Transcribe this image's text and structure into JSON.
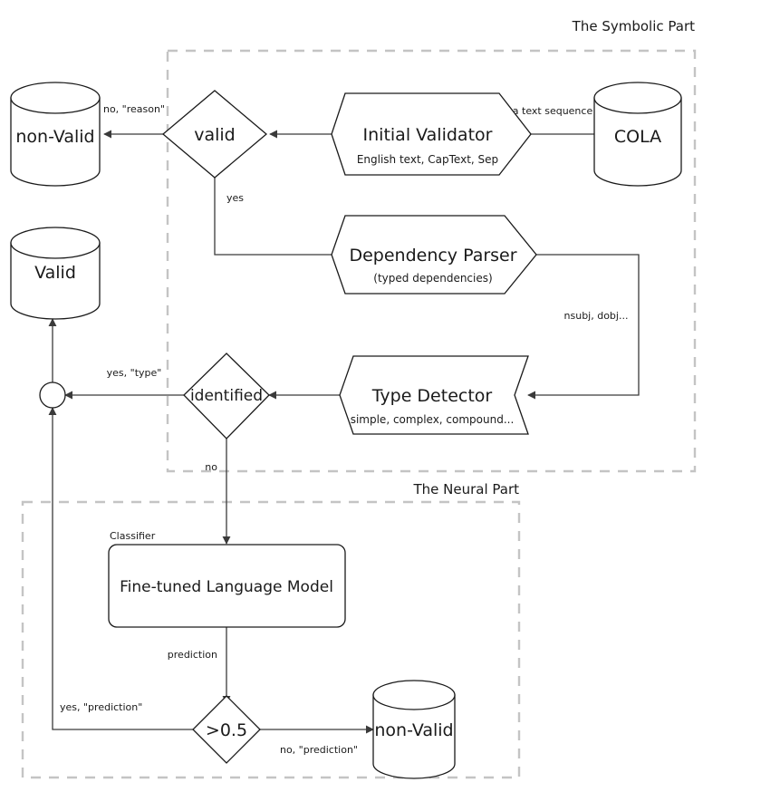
{
  "diagram": {
    "groups": [
      {
        "id": "symbolic",
        "label": "The Symbolic Part"
      },
      {
        "id": "neural",
        "label": "The Neural Part"
      }
    ],
    "nodes": {
      "cola": {
        "label": "COLA",
        "shape": "cylinder"
      },
      "initial_validator": {
        "label": "Initial Validator",
        "sublabel": "English text, CapText, Sep",
        "shape": "chevron"
      },
      "valid_decision": {
        "label": "valid",
        "shape": "diamond"
      },
      "non_valid_top": {
        "label": "non-Valid",
        "shape": "cylinder"
      },
      "dependency_parser": {
        "label": "Dependency Parser",
        "sublabel": "(typed dependencies)",
        "shape": "chevron"
      },
      "type_detector": {
        "label": "Type Detector",
        "sublabel": "simple, complex, compound...",
        "shape": "chevron"
      },
      "identified_decision": {
        "label": "identified",
        "shape": "diamond"
      },
      "merge_node": {
        "label": "",
        "shape": "circle"
      },
      "valid_store": {
        "label": "Valid",
        "shape": "cylinder"
      },
      "classifier_label": {
        "label": "Classifier"
      },
      "language_model": {
        "label": "Fine-tuned Language Model",
        "shape": "rounded-rect"
      },
      "threshold_decision": {
        "label": ">0.5",
        "shape": "diamond"
      },
      "non_valid_bottom": {
        "label": "non-Valid",
        "shape": "cylinder"
      }
    },
    "edge_labels": {
      "text_sequence": "a text sequence",
      "no_reason": "no, \"reason\"",
      "yes_valid": "yes",
      "nsubj_dobj": "nsubj, dobj...",
      "yes_type": "yes, \"type\"",
      "no_identified": "no",
      "prediction": "prediction",
      "yes_prediction": "yes, \"prediction\"",
      "no_prediction": "no, \"prediction\""
    },
    "colors": {
      "stroke": "#1a1a1a",
      "flow": "#3a3a3a",
      "group_border": "#c4c4c4",
      "background": "#ffffff"
    }
  }
}
